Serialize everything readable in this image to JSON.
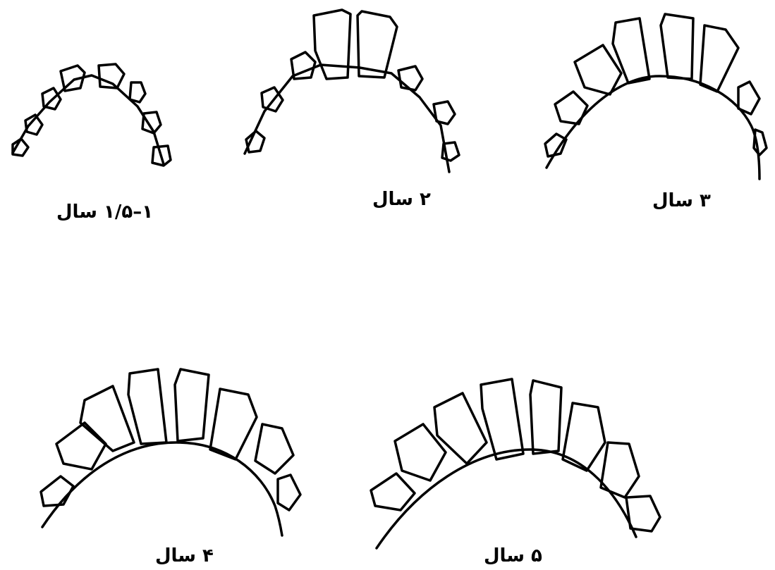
{
  "stages": [
    {
      "label": "۱–۱/۵ سال"
    },
    {
      "label": "۲ سال"
    },
    {
      "label": "۳ سال"
    },
    {
      "label": "۴ سال"
    },
    {
      "label": "۵ سال"
    }
  ]
}
